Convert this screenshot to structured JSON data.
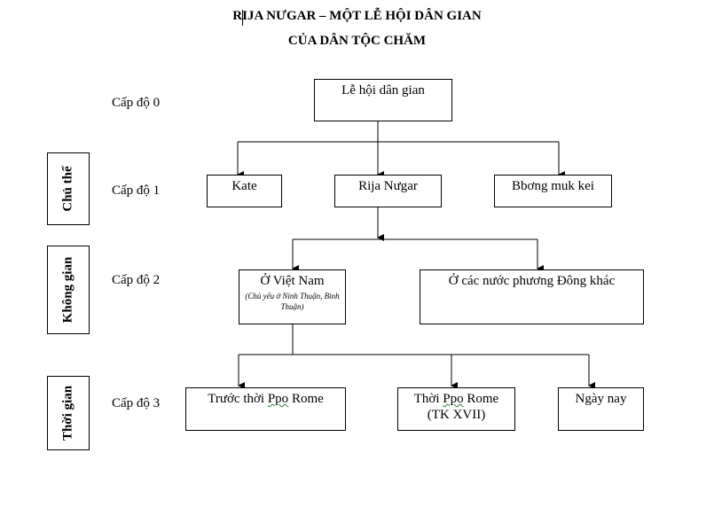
{
  "title": {
    "line1": "RIJA NƯGAR – MỘT LỄ HỘI DÂN GIAN",
    "line2": "CỦA DÂN TỘC CHĂM"
  },
  "levels": [
    "Cấp độ 0",
    "Cấp độ 1",
    "Cấp độ 2",
    "Cấp độ 3"
  ],
  "side_labels": [
    "Chủ thể",
    "Không gian",
    "Thời gian"
  ],
  "nodes": {
    "root": "Lễ hội dân gian",
    "kate": "Kate",
    "rija": "Rija Nưgar",
    "bbong": "Bbơng muk kei",
    "vietnam": "Ở Việt Nam",
    "vietnam_sub": "(Chủ yếu ở Ninh Thuận, Bình Thuận)",
    "east": "Ở các nước phương Đông khác",
    "before_pre": "Trước thời ",
    "before_word": "Ppo",
    "before_post": " Rome",
    "during_pre": "Thời ",
    "during_word": "Ppo",
    "during_post": " Rome",
    "during_sub": "(TK XVII)",
    "now": "Ngày nay"
  },
  "colors": {
    "line": "#000000",
    "spell_underline": "#2e7d32"
  }
}
